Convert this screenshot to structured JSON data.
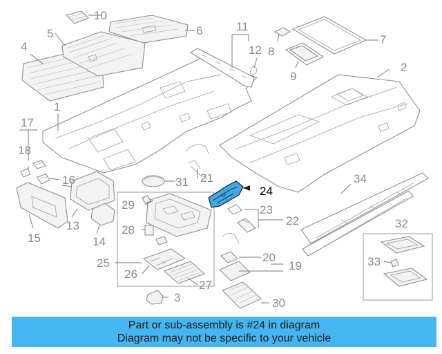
{
  "callouts": {
    "c1": "1",
    "c2": "2",
    "c3": "3",
    "c4": "4",
    "c5": "5",
    "c6": "6",
    "c7": "7",
    "c8": "8",
    "c9": "9",
    "c10": "10",
    "c11": "11",
    "c12": "12",
    "c13": "13",
    "c14": "14",
    "c15": "15",
    "c16": "16",
    "c17": "17",
    "c18": "18",
    "c19": "19",
    "c20": "20",
    "c21": "21",
    "c22": "22",
    "c23": "23",
    "c24": "24",
    "c25": "25",
    "c26": "26",
    "c27": "27",
    "c28": "28",
    "c29": "29",
    "c30": "30",
    "c31": "31",
    "c32": "32",
    "c33": "33",
    "c34": "34"
  },
  "highlighted_part": "24",
  "colors": {
    "highlight": "#3fa9e8",
    "banner": "#45b6f2",
    "line": "#8f8f8f"
  },
  "banner": {
    "line1": "Part or sub-assembly is #24 in diagram",
    "line2": "Diagram may not be specific to your vehicle"
  }
}
